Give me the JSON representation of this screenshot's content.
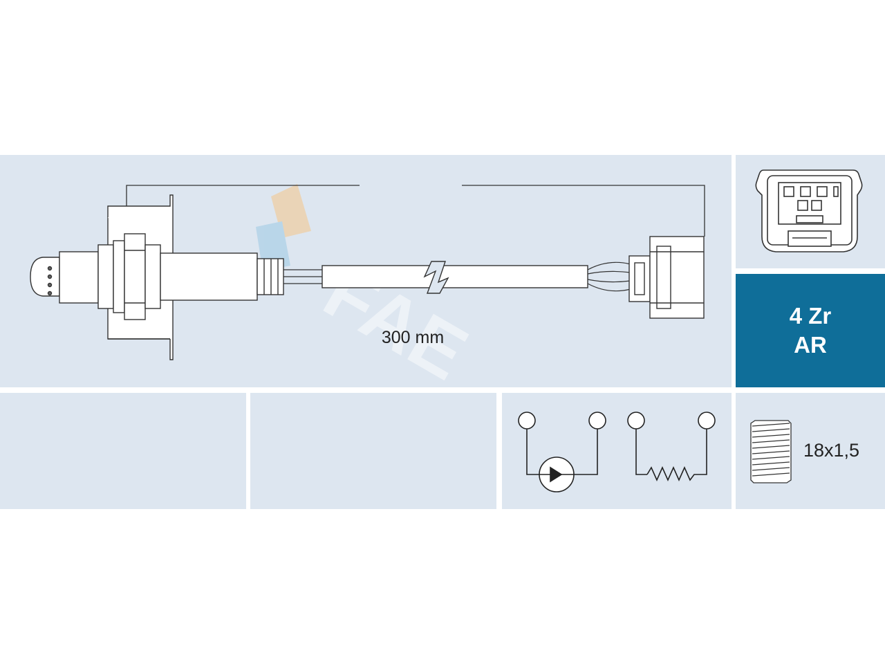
{
  "diagram": {
    "cable_length_label": "300 mm",
    "spec_line_1": "4 Zr",
    "spec_line_2": "AR",
    "thread_label": "18x1,5",
    "logo_text": "FAE"
  },
  "colors": {
    "panel": "#dde6f0",
    "accent": "#0f6e99",
    "line": "#333333",
    "logo_orange": "#f6c68a",
    "logo_blue": "#9cc9e4"
  },
  "icons": {
    "sensor": "lambda-sensor-drawing",
    "connector": "connector-face-icon",
    "wiring": "wiring-schematic-icon",
    "thread": "thread-icon"
  }
}
